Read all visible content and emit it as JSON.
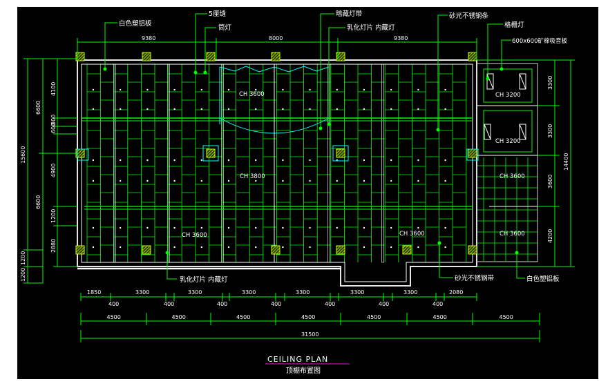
{
  "title": {
    "en": "CEILING PLAN",
    "zh": "顶棚布置图"
  },
  "labels": {
    "top": [
      {
        "text": "白色塑铝板"
      },
      {
        "text": "5厘缝"
      },
      {
        "text": "筒灯"
      },
      {
        "text": "暗藏灯带"
      },
      {
        "text": "乳化灯片 内藏灯"
      },
      {
        "text": "砂光不锈钢条"
      },
      {
        "text": "格栅灯"
      },
      {
        "text": "600x600矿棉吸音板"
      }
    ],
    "bottom": [
      {
        "text": "乳化灯片 内藏灯"
      },
      {
        "text": "砂光不锈钢带"
      },
      {
        "text": "白色塑铝板"
      }
    ]
  },
  "ceiling_heights": [
    "CH 3600",
    "CH 3800",
    "CH 3600",
    "CH 3600",
    "CH 3200",
    "CH 3200",
    "CH 3600",
    "CH 3600"
  ],
  "dims": {
    "top": [
      "9380",
      "8000",
      "9380"
    ],
    "left_outer": [
      "15600",
      "1200",
      "1200"
    ],
    "left_mid": [
      "6600",
      "6600"
    ],
    "left_inner": [
      "4100",
      "600",
      "800",
      "4900",
      "1200",
      "2880"
    ],
    "right_inner": [
      "3300",
      "3300",
      "3600",
      "4200"
    ],
    "right_outer": [
      "14400"
    ],
    "bottom_row1": [
      "1850",
      "3300",
      "3300",
      "3300",
      "3300",
      "3300",
      "3300",
      "2080"
    ],
    "bottom_row1_small": [
      "400",
      "400",
      "400",
      "400",
      "400",
      "400",
      "400"
    ],
    "bottom_row2": [
      "4500",
      "4500",
      "4500",
      "4500",
      "4500",
      "4500",
      "4500"
    ],
    "bottom_total": "31500"
  },
  "colors": {
    "background": "#000000",
    "frame": "#ffffff",
    "dimension": "#00ff00",
    "grid": "#00ff00",
    "text": "#ffffff",
    "column": "#c8ff00",
    "light": "#00ffff",
    "title_line": "#ff00ff"
  }
}
